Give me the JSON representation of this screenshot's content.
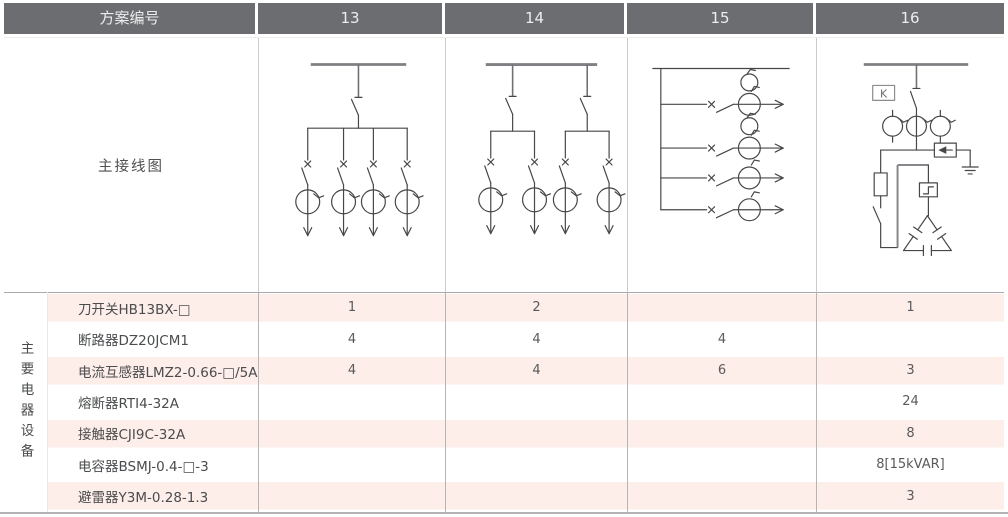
{
  "colors": {
    "header_bg": "#6b6d70",
    "header_text": "#ededee",
    "row_pink": "#fdeeea",
    "column_border": "#b5b5b5",
    "bottom_border": "#b3b3b5",
    "diagram_line": "#474747",
    "diagram_bus": "#7e8083"
  },
  "table": {
    "header": {
      "scheme_label": "方案编号",
      "schemes": [
        "13",
        "14",
        "15",
        "16"
      ]
    },
    "wiring_row": {
      "label": "主接线图",
      "k_box_label": "K",
      "diagram_icons": [
        "scheme-13-single-incoming-knife-switch-four-feeders-with-ct-diagram",
        "scheme-14-two-incoming-knife-switches-two-by-two-feeders-with-ct-diagram",
        "scheme-15-vertical-bus-four-horizontal-feeders-with-ct-diagram",
        "scheme-16-capacitor-compensation-cubicle-with-k-box-cts-arrester-fuse-contactor-delta-capacitor-diagram"
      ]
    },
    "equipment": {
      "group_label": "主要电器设备",
      "rows": [
        {
          "name": "刀开关HB13BX-□",
          "values": [
            "1",
            "2",
            "",
            "1"
          ]
        },
        {
          "name": "断路器DZ20JCM1",
          "values": [
            "4",
            "4",
            "4",
            ""
          ]
        },
        {
          "name": "电流互感器LMZ2-0.66-□/5A",
          "values": [
            "4",
            "4",
            "6",
            "3"
          ]
        },
        {
          "name": "熔断器RTI4-32A",
          "values": [
            "",
            "",
            "",
            "24"
          ]
        },
        {
          "name": "接触器CJI9C-32A",
          "values": [
            "",
            "",
            "",
            "8"
          ]
        },
        {
          "name": "电容器BSMJ-0.4-□-3",
          "values": [
            "",
            "",
            "",
            "8[15kVAR]"
          ]
        },
        {
          "name": "避雷器Y3M-0.28-1.3",
          "values": [
            "",
            "",
            "",
            "3"
          ]
        }
      ]
    }
  }
}
